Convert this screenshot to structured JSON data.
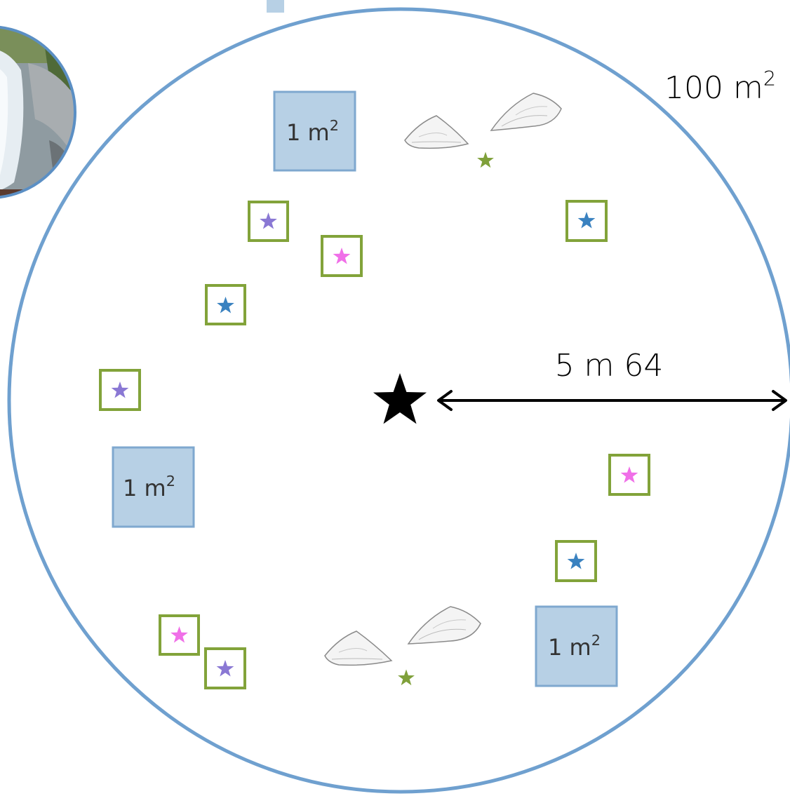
{
  "diagram": {
    "area_label": "100 m",
    "area_exponent": "2",
    "radius_label": "5 m 64",
    "quadrat_label": "1 m",
    "quadrat_exponent": "2",
    "colors": {
      "plot_circle": "#6fa0cf",
      "quadrat_fill": "#b7d0e5",
      "quadrat_border": "#7fa8cf",
      "subplot_border": "#82a33a",
      "star_green": "#7fa03a",
      "star_purple": "#8a78d4",
      "star_pink": "#f06fe8",
      "star_blue": "#3a82c0",
      "center_star": "#000000"
    },
    "quadrats": [
      {
        "id": "quadrat-1"
      },
      {
        "id": "quadrat-2"
      },
      {
        "id": "quadrat-3"
      }
    ],
    "subplots": [
      {
        "id": "sub-1",
        "star": "purple"
      },
      {
        "id": "sub-2",
        "star": "pink"
      },
      {
        "id": "sub-3",
        "star": "blue"
      },
      {
        "id": "sub-4",
        "star": "blue"
      },
      {
        "id": "sub-5",
        "star": "purple"
      },
      {
        "id": "sub-6",
        "star": "pink"
      },
      {
        "id": "sub-7",
        "star": "blue"
      },
      {
        "id": "sub-8",
        "star": "pink"
      },
      {
        "id": "sub-9",
        "star": "purple"
      }
    ],
    "icons": [
      "shoe-icon",
      "shoe-icon",
      "shoe-icon",
      "shoe-icon",
      "photo-thumbnail"
    ]
  }
}
